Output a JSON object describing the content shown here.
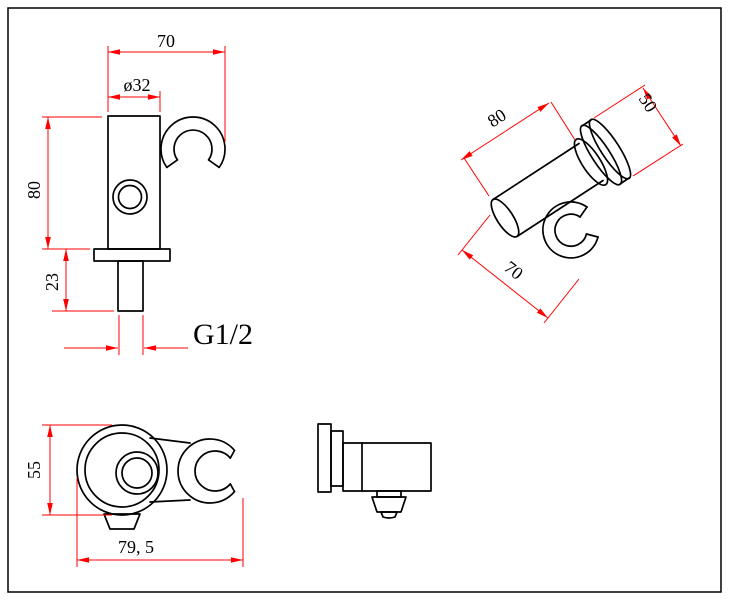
{
  "colors": {
    "outline": "#000000",
    "dimension_line": "#ff0000",
    "background": "#ffffff"
  },
  "front_view": {
    "width": "70",
    "diameter": "ø32",
    "height": "80",
    "stem": "23",
    "thread": "G1/2"
  },
  "iso_view": {
    "length": "80",
    "flange_diameter": "50",
    "holder_depth": "70"
  },
  "top_view": {
    "height": "55",
    "overall_width": "79, 5"
  }
}
